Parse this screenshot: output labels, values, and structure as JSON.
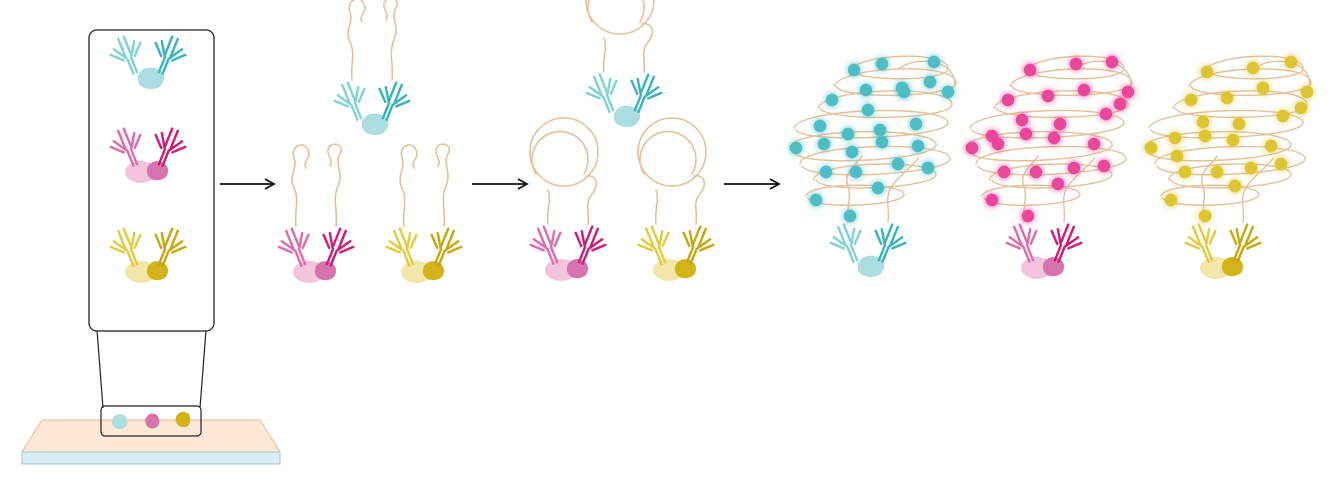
{
  "colors": {
    "teal": "#36b4be",
    "teal_light": "#82d1d6",
    "teal_antigen": "#acdde0",
    "magenta": "#d01c78",
    "magenta_light": "#e469a8",
    "magenta_antigen_dark": "#d873ad",
    "magenta_antigen_light": "#f4c3dd",
    "yellow": "#c8a70e",
    "yellow_light": "#e3cb3e",
    "yellow_antigen_dark": "#d2b41a",
    "yellow_antigen_light": "#f2e6a8",
    "strand": "#e5c09a",
    "slide_tissue": "#fde8d6",
    "slide_tissue_edge": "#efb58a",
    "slide_glass": "#dbedf4",
    "slide_glass_edge": "#9fc4d4",
    "arrow": "#111111",
    "teal_dot": "#4fbdc4",
    "magenta_dot": "#e8479a",
    "yellow_dot": "#dcc530"
  },
  "icons": {
    "sample_slide": "tissue-slide-icon",
    "antibody": "antibody-icon",
    "antigen": "antigen-blob-icon",
    "dna_strand": "dna-primer-strand-icon",
    "circle_template": "circular-dna-template-icon",
    "rolling_circle": "rolling-circle-amplification-icon",
    "fluorescent_probe": "fluorescent-probe-dot-icon",
    "arrow": "arrow-right-icon"
  },
  "steps": [
    {
      "stage": "sample",
      "targets": [
        "teal",
        "magenta",
        "yellow"
      ]
    },
    {
      "stage": "primer-antibody-binding",
      "targets": [
        "teal",
        "magenta",
        "yellow"
      ]
    },
    {
      "stage": "circle-formation",
      "targets": [
        "teal",
        "magenta",
        "yellow"
      ]
    },
    {
      "stage": "amplification-detection",
      "targets": [
        "teal",
        "magenta",
        "yellow"
      ]
    }
  ]
}
